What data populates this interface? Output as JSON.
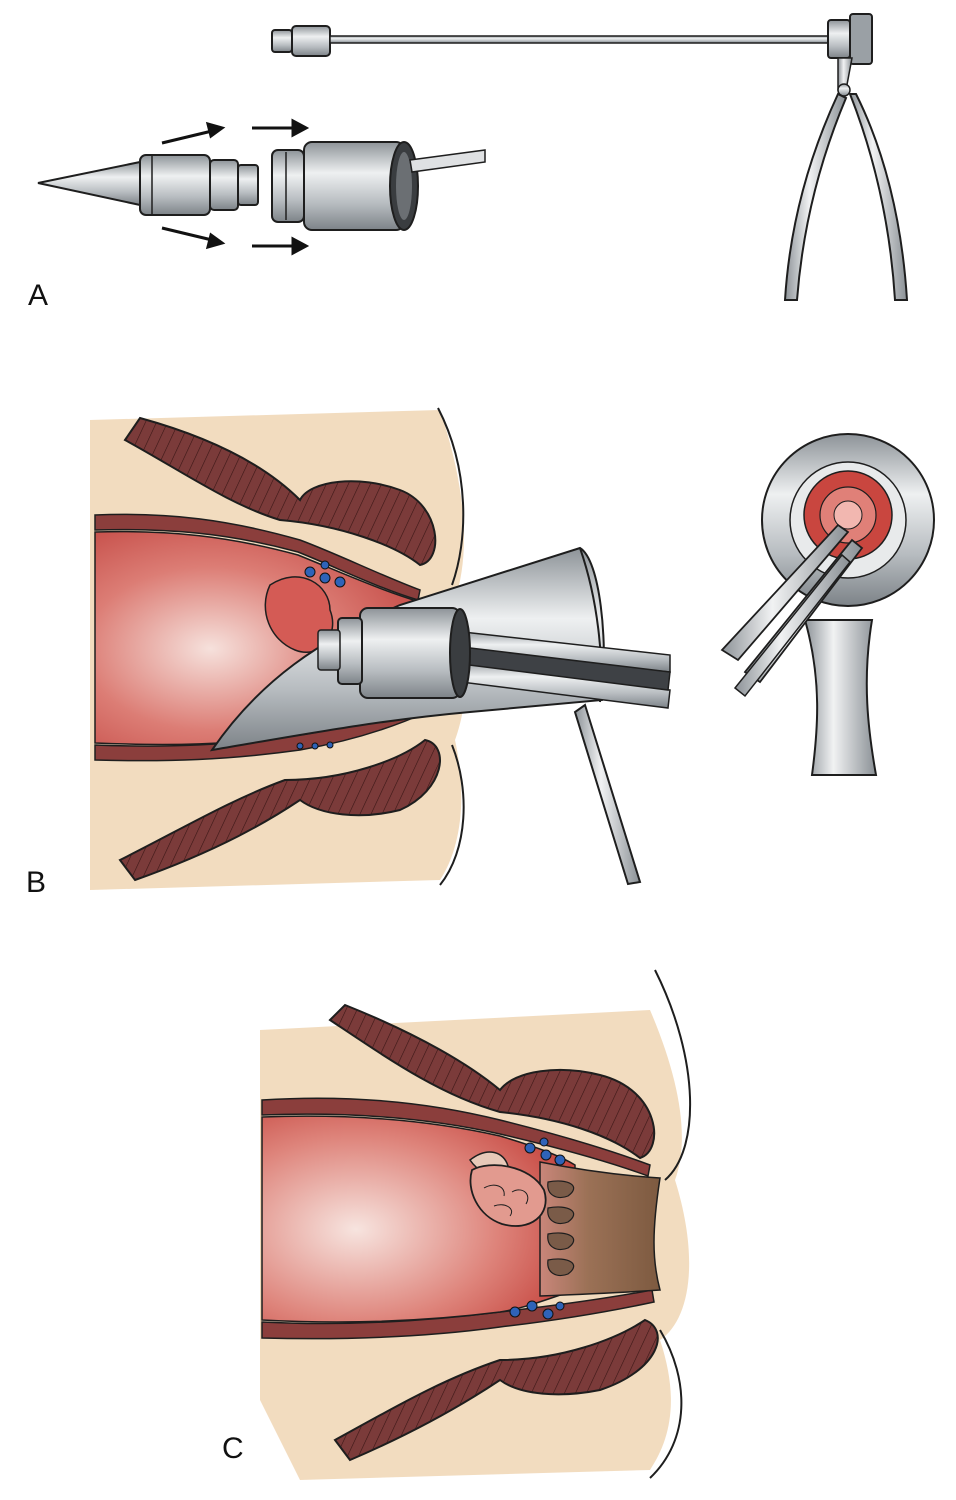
{
  "panels": [
    {
      "letter": "A"
    },
    {
      "letter": "B"
    },
    {
      "letter": "C"
    }
  ],
  "colors": {
    "skin": "#f0d6b4",
    "muscle": "#7b3b3a",
    "mucosa": "#cf5b55",
    "mucosa_light": "#f4d7d1",
    "anal_canal": "#8a6a50",
    "vessel": "#2f63b8",
    "steel": "#b9bec3",
    "steel_dark": "#6f767c",
    "outline": "#1e1e1e"
  },
  "icons": {
    "arrow": "arrow-right-icon"
  }
}
